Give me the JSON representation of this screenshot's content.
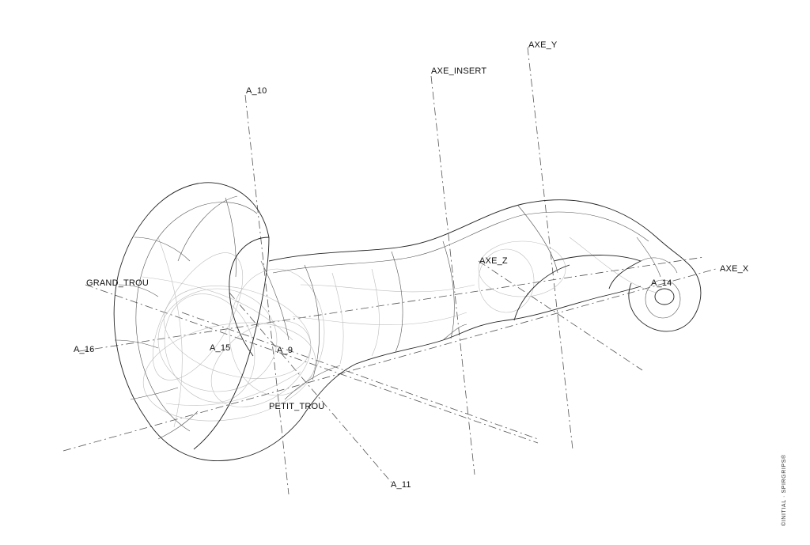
{
  "labels": {
    "axe_y": "AXE_Y",
    "axe_insert": "AXE_INSERT",
    "a_10": "A_10",
    "axe_z": "AXE_Z",
    "axe_x": "AXE_X",
    "a_14": "A_14",
    "grand_trou": "GRAND_TROU",
    "a_16": "A_16",
    "a_15": "A_15",
    "a_9": "A_9",
    "petit_trou": "PETIT_TROU",
    "a_11": "A_11"
  },
  "credit": "©INITIAL · SPIRGRIPS®"
}
